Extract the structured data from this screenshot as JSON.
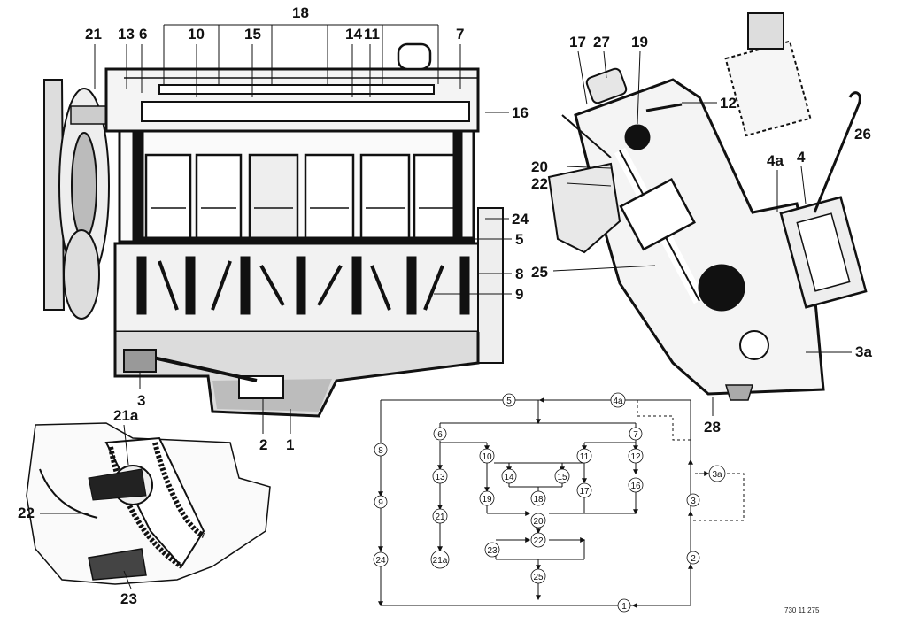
{
  "callouts": {
    "c21": "21",
    "c13": "13",
    "c6": "6",
    "c10": "10",
    "c18": "18",
    "c15": "15",
    "c14": "14",
    "c11": "11",
    "c7": "7",
    "c16": "16",
    "c24": "24",
    "c5": "5",
    "c8": "8",
    "c9": "9",
    "c3": "3",
    "c2": "2",
    "c1": "1",
    "c17": "17",
    "c27": "27",
    "c19": "19",
    "c12": "12",
    "c26": "26",
    "c20": "20",
    "c22": "22",
    "c4a": "4a",
    "c4": "4",
    "c25": "25",
    "c3a": "3a",
    "c28": "28",
    "c21a": "21a",
    "c22b": "22",
    "c23": "23"
  },
  "flow": {
    "n5": "5",
    "n4a": "4a",
    "n6": "6",
    "n7": "7",
    "n8": "8",
    "n10": "10",
    "n11": "11",
    "n12": "12",
    "n13": "13",
    "n14": "14",
    "n15": "15",
    "n16": "16",
    "n17": "17",
    "n18": "18",
    "n19": "19",
    "n9": "9",
    "n21": "21",
    "n20": "20",
    "n22": "22",
    "n23": "23",
    "n24": "24",
    "n21a": "21a",
    "n25": "25",
    "n1": "1",
    "n3": "3",
    "n3a": "3a",
    "n2": "2"
  },
  "reference": "730 11 275"
}
